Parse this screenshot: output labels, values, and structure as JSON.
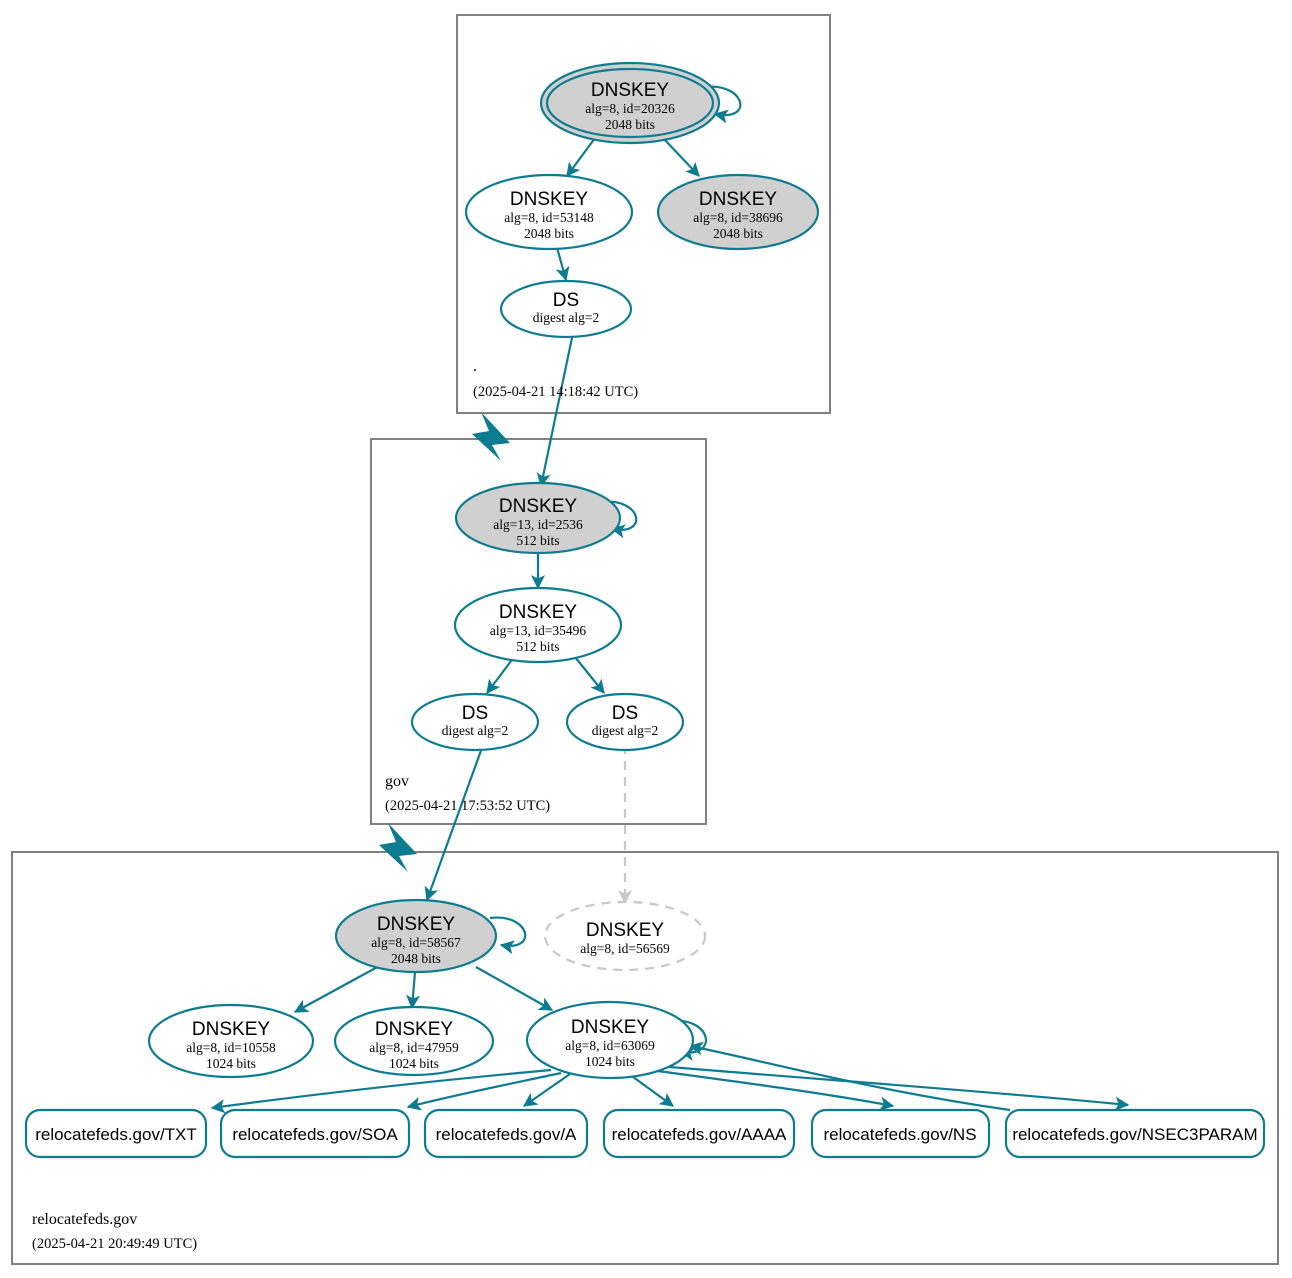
{
  "diagram": {
    "type": "dnssec-authentication-chain",
    "title": "DNSSEC authentication chain for relocatefeds.gov",
    "colors": {
      "secure_teal": "#0e7c90",
      "ksk_fill": "#d0d0d0",
      "zsk_fill": "#ffffff",
      "insecure_gray": "#c8c8c8",
      "zone_border": "#808080"
    }
  },
  "zones": [
    {
      "id": "root",
      "name": ".",
      "timestamp": "(2025-04-21 14:18:42 UTC)",
      "nodes": [
        {
          "id": "root-ksk",
          "kind": "DNSKEY",
          "label": "DNSKEY",
          "detail": "alg=8, id=20326",
          "size": "2048 bits",
          "style": "ksk-trust-anchor"
        },
        {
          "id": "root-zsk-53148",
          "kind": "DNSKEY",
          "label": "DNSKEY",
          "detail": "alg=8, id=53148",
          "size": "2048 bits",
          "style": "zsk"
        },
        {
          "id": "root-key-38696",
          "kind": "DNSKEY",
          "label": "DNSKEY",
          "detail": "alg=8, id=38696",
          "size": "2048 bits",
          "style": "ksk"
        },
        {
          "id": "root-ds",
          "kind": "DS",
          "label": "DS",
          "detail": "digest alg=2",
          "size": "",
          "style": "ds"
        }
      ]
    },
    {
      "id": "gov",
      "name": "gov",
      "timestamp": "(2025-04-21 17:53:52 UTC)",
      "nodes": [
        {
          "id": "gov-ksk",
          "kind": "DNSKEY",
          "label": "DNSKEY",
          "detail": "alg=13, id=2536",
          "size": "512 bits",
          "style": "ksk"
        },
        {
          "id": "gov-zsk",
          "kind": "DNSKEY",
          "label": "DNSKEY",
          "detail": "alg=13, id=35496",
          "size": "512 bits",
          "style": "zsk"
        },
        {
          "id": "gov-ds-1",
          "kind": "DS",
          "label": "DS",
          "detail": "digest alg=2",
          "size": "",
          "style": "ds"
        },
        {
          "id": "gov-ds-2",
          "kind": "DS",
          "label": "DS",
          "detail": "digest alg=2",
          "size": "",
          "style": "ds"
        }
      ]
    },
    {
      "id": "relocatefeds",
      "name": "relocatefeds.gov",
      "timestamp": "(2025-04-21 20:49:49 UTC)",
      "nodes": [
        {
          "id": "rf-ksk",
          "kind": "DNSKEY",
          "label": "DNSKEY",
          "detail": "alg=8, id=58567",
          "size": "2048 bits",
          "style": "ksk"
        },
        {
          "id": "rf-ghost",
          "kind": "DNSKEY",
          "label": "DNSKEY",
          "detail": "alg=8, id=56569",
          "size": "",
          "style": "non-existent"
        },
        {
          "id": "rf-zsk-10558",
          "kind": "DNSKEY",
          "label": "DNSKEY",
          "detail": "alg=8, id=10558",
          "size": "1024 bits",
          "style": "zsk"
        },
        {
          "id": "rf-zsk-47959",
          "kind": "DNSKEY",
          "label": "DNSKEY",
          "detail": "alg=8, id=47959",
          "size": "1024 bits",
          "style": "zsk"
        },
        {
          "id": "rf-zsk-63069",
          "kind": "DNSKEY",
          "label": "DNSKEY",
          "detail": "alg=8, id=63069",
          "size": "1024 bits",
          "style": "zsk"
        }
      ],
      "rrsets": [
        {
          "id": "rr-txt",
          "label": "relocatefeds.gov/TXT"
        },
        {
          "id": "rr-soa",
          "label": "relocatefeds.gov/SOA"
        },
        {
          "id": "rr-a",
          "label": "relocatefeds.gov/A"
        },
        {
          "id": "rr-aaaa",
          "label": "relocatefeds.gov/AAAA"
        },
        {
          "id": "rr-ns",
          "label": "relocatefeds.gov/NS"
        },
        {
          "id": "rr-nsec3param",
          "label": "relocatefeds.gov/NSEC3PARAM"
        }
      ]
    }
  ]
}
